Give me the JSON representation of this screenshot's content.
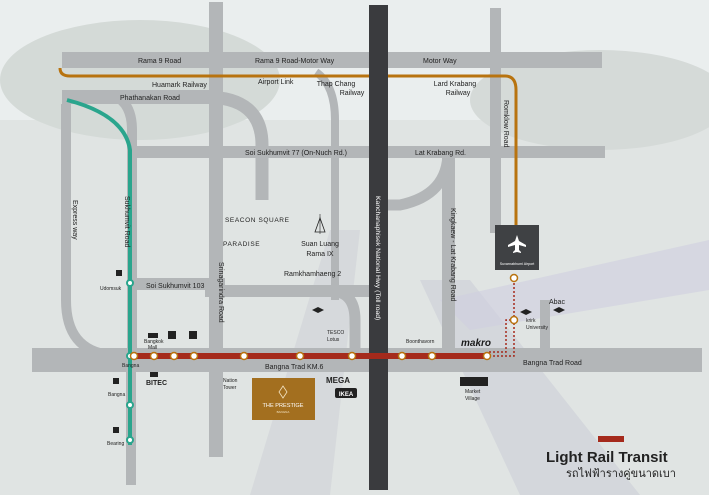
{
  "roads": {
    "rama9": "Rama 9 Road",
    "rama9_motorway": "Rama 9 Road-Motor Way",
    "motorway": "Motor Way",
    "huamark_railway": "Huamark Railway",
    "airport_link": "Airport Link",
    "thap_chang_railway": [
      "Thap Chang",
      "Railway"
    ],
    "lard_krabang_railway": [
      "Lard Krabang",
      "Railway"
    ],
    "phathanakan": "Phathanakan Road",
    "soi_sukhumvit77": "Soi Sukhumvit 77 (On-Nuch Rd.)",
    "lat_krabang_rd": "Lat Krabang Rd.",
    "romklow": "Romklow Road",
    "expressway": "Express way",
    "sukhumvit": "Sukhumvit Road",
    "srinagarindra": "Srinagarindra Road",
    "kanchanaphisek": "Kanchanaphisek National Hwy (Toll road)",
    "kingkaew": "Kingkaew - Lat Krabang Road",
    "soi_sukhumvit103": "Soi Sukhumvit 103",
    "ramkhamhaeng2": "Ramkhamhaeng 2",
    "bangna_trad_km6": "Bangna Trad KM.6",
    "bangna_trad": "Bangna Trad Road"
  },
  "places": {
    "seacon_square": "SEACON SQUARE",
    "paradise_park": "PARADISE",
    "suan_luang": [
      "Suan Luang",
      "Rama IX"
    ],
    "suvarnabhumi": "Suvarnabhumi Airport",
    "abac": "Abac",
    "krirk_university": [
      "krirk",
      "University"
    ],
    "udomsuk": "Udomsuk",
    "bangkok_mall": [
      "Bangkok",
      "Mall"
    ],
    "bangna": "Bangna",
    "bitec": "BITEC",
    "bangna_station": "Bangna",
    "bearing": "Bearing",
    "nation_tower": [
      "Nation",
      "Tower"
    ],
    "the_prestige": "THE PRESTIGE",
    "the_prestige_sub": "BANGNA",
    "mega_bangna": "MEGA",
    "ikea": "IKEA",
    "tesco_lotus": [
      "TESCO",
      "Lotus"
    ],
    "boonthavorn": "Boonthavorn",
    "makro": "makro",
    "market_village": [
      "Market",
      "Village"
    ]
  },
  "legend": {
    "title": "Light Rail Transit",
    "subtitle": "รถไฟฟ้ารางคู่ขนาดเบา",
    "color": "#a52a1c"
  },
  "colors": {
    "road": "#b3b6b8",
    "toll_road": "#3a3b3e",
    "lrt": "#a52a1c",
    "bts": "#2aa58d",
    "railway": "#b8730f"
  }
}
